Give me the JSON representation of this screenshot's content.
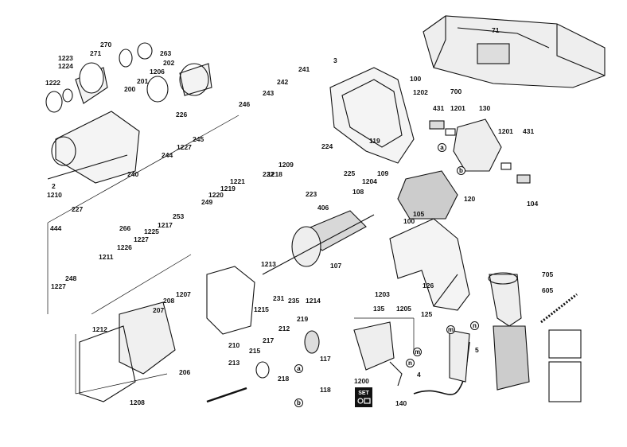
{
  "parts": {
    "p71": "71",
    "p700": "700",
    "p3": "3",
    "p100a": "100",
    "p1202": "1202",
    "p431a": "431",
    "p1201a": "1201",
    "p130": "130",
    "p1201b": "1201",
    "p431b": "431",
    "p119": "119",
    "p224": "224",
    "p225": "225",
    "p223": "223",
    "p109": "109",
    "p104": "104",
    "p120": "120",
    "p1204": "1204",
    "p108": "108",
    "p105": "105",
    "p406": "406",
    "p100b": "100",
    "p107": "107",
    "p1213": "1213",
    "p231": "231",
    "p235": "235",
    "p1214": "1214",
    "p1203": "1203",
    "p126": "126",
    "p125": "125",
    "p135": "135",
    "p1205": "1205",
    "p705": "705",
    "p605": "605",
    "p5": "5",
    "p4": "4",
    "p117": "117",
    "p118": "118",
    "p1200": "1200",
    "p140": "140",
    "p270": "270",
    "p1223": "1223",
    "p271": "271",
    "p263": "263",
    "p1224": "1224",
    "p202": "202",
    "p1222": "1222",
    "p201": "201",
    "p1206": "1206",
    "p200": "200",
    "p242": "242",
    "p241": "241",
    "p246": "246",
    "p243": "243",
    "p226": "226",
    "p245": "245",
    "p1227a": "1227",
    "p244": "244",
    "p2": "2",
    "p1210": "1210",
    "p240": "240",
    "p227": "227",
    "p1218": "1218",
    "p1209": "1209",
    "p1221": "1221",
    "p222": "222",
    "p1219": "1219",
    "p1220": "1220",
    "p249": "249",
    "p266": "266",
    "p253": "253",
    "p1217": "1217",
    "p444": "444",
    "p1225": "1225",
    "p1227b": "1227",
    "p1226": "1226",
    "p1211": "1211",
    "p1227c": "1227",
    "p248": "248",
    "p1207": "1207",
    "p208": "208",
    "p207": "207",
    "p1215": "1215",
    "p1212": "1212",
    "p219": "219",
    "p212": "212",
    "p217": "217",
    "p215": "215",
    "p210": "210",
    "p213": "213",
    "p218": "218",
    "p206": "206",
    "p1208": "1208"
  },
  "markers": {
    "a1": "a",
    "b1": "b",
    "a2": "a",
    "b2": "b",
    "m1": "m",
    "n1": "n",
    "m2": "m",
    "n2": "n"
  },
  "set_label": "SET",
  "colors": {
    "line": "#111111",
    "fill": "#ffffff",
    "shade": "#d8d8d8"
  }
}
